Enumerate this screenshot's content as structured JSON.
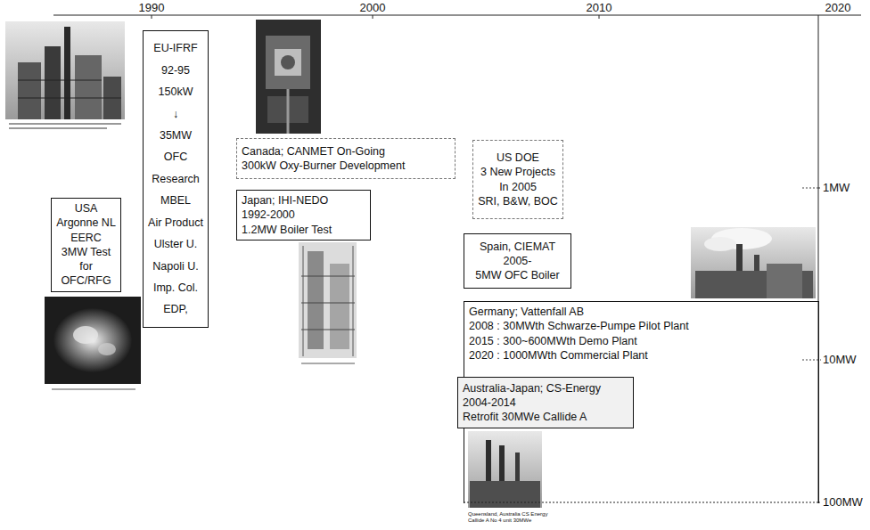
{
  "diagram": {
    "nodes": [
      {
        "text": [
          "USA",
          "Argonne NL",
          "EERC",
          "3MW Test",
          "for",
          "OFC/RFG"
        ]
      },
      {
        "text": [
          "EU-IFRF",
          "92-95",
          "150kW",
          "↓",
          "35MW",
          "OFC",
          "Research",
          "MBEL",
          "Air Product",
          "Ulster U.",
          "Napoli U.",
          "Imp. Col.",
          "EDP,"
        ]
      },
      {
        "text": [
          "Canada; CANMET On-Going",
          "300kW Oxy-Burner Development"
        ]
      },
      {
        "text": [
          "Japan; IHI-NEDO",
          "1992-2000",
          "1.2MW Boiler Test"
        ]
      },
      {
        "text": [
          "US DOE",
          "3 New Projects",
          "In 2005",
          "SRI, B&W, BOC"
        ]
      },
      {
        "text": [
          "Spain, CIEMAT",
          "2005-",
          "5MW OFC Boiler"
        ]
      },
      {
        "text": [
          "Germany; Vattenfall AB",
          "2008 : 30MWth Schwarze-Pumpe Pilot Plant",
          "2015 : 300~600MWth Demo Plant",
          "2020 : 1000MWth Commercial Plant"
        ]
      },
      {
        "text": [
          "Australia-Japan; CS-Energy",
          "2004-2014",
          "Retrofit 30MWe Callide A"
        ]
      }
    ],
    "labels": [
      "1990",
      "2000",
      "2010",
      "2020",
      "1MW",
      "10MW",
      "100MW",
      "Queensland, Australia CS Energy Callide A No 4 unit 30MWe"
    ]
  }
}
